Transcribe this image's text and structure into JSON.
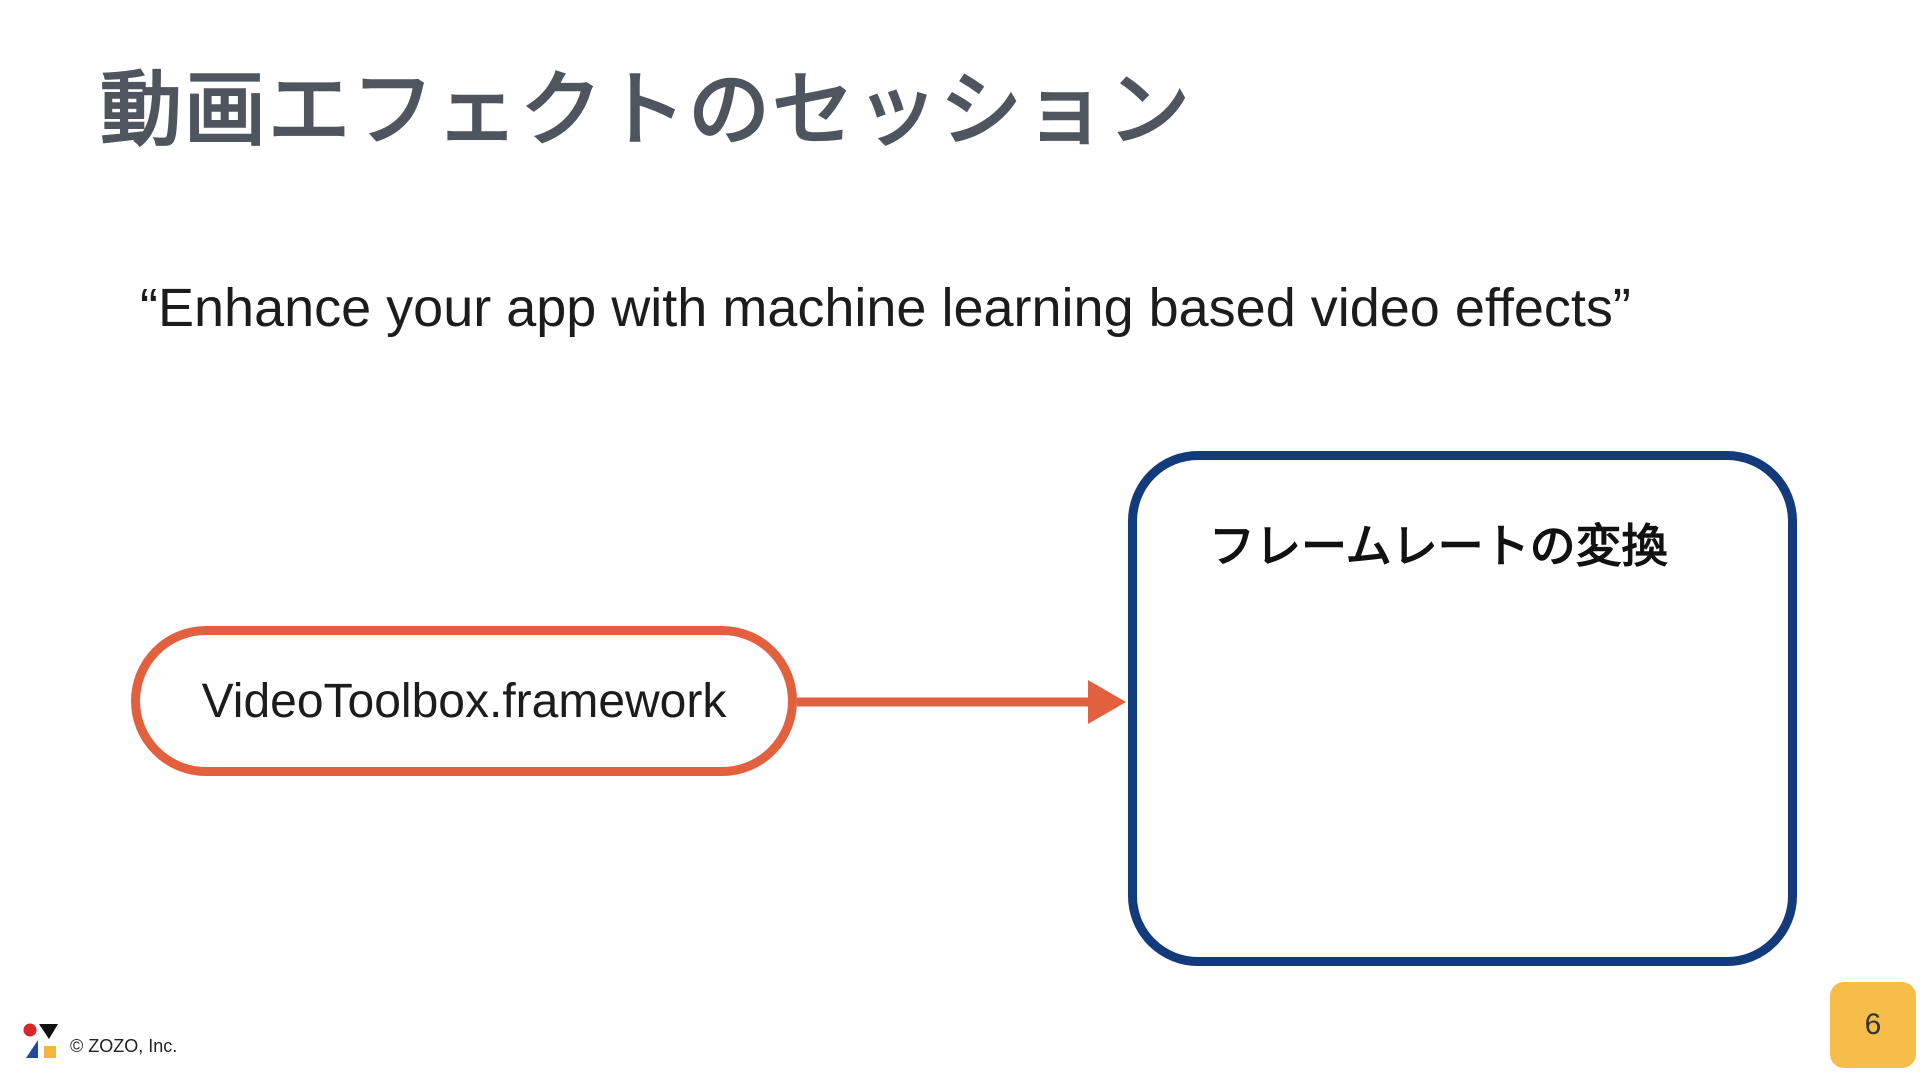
{
  "slide": {
    "title": "動画エフェクトのセッション",
    "quote": "“Enhance your app with machine learning based video effects”"
  },
  "diagram": {
    "source_label": "VideoToolbox.framework",
    "target_label": "フレームレートの変換",
    "source_color": "#e3603f",
    "target_color": "#133a7a"
  },
  "footer": {
    "logo_icon": "zozo-logo-icon",
    "copyright": "© ZOZO, Inc.",
    "page_number": "6",
    "page_badge_color": "#f6bd48"
  }
}
